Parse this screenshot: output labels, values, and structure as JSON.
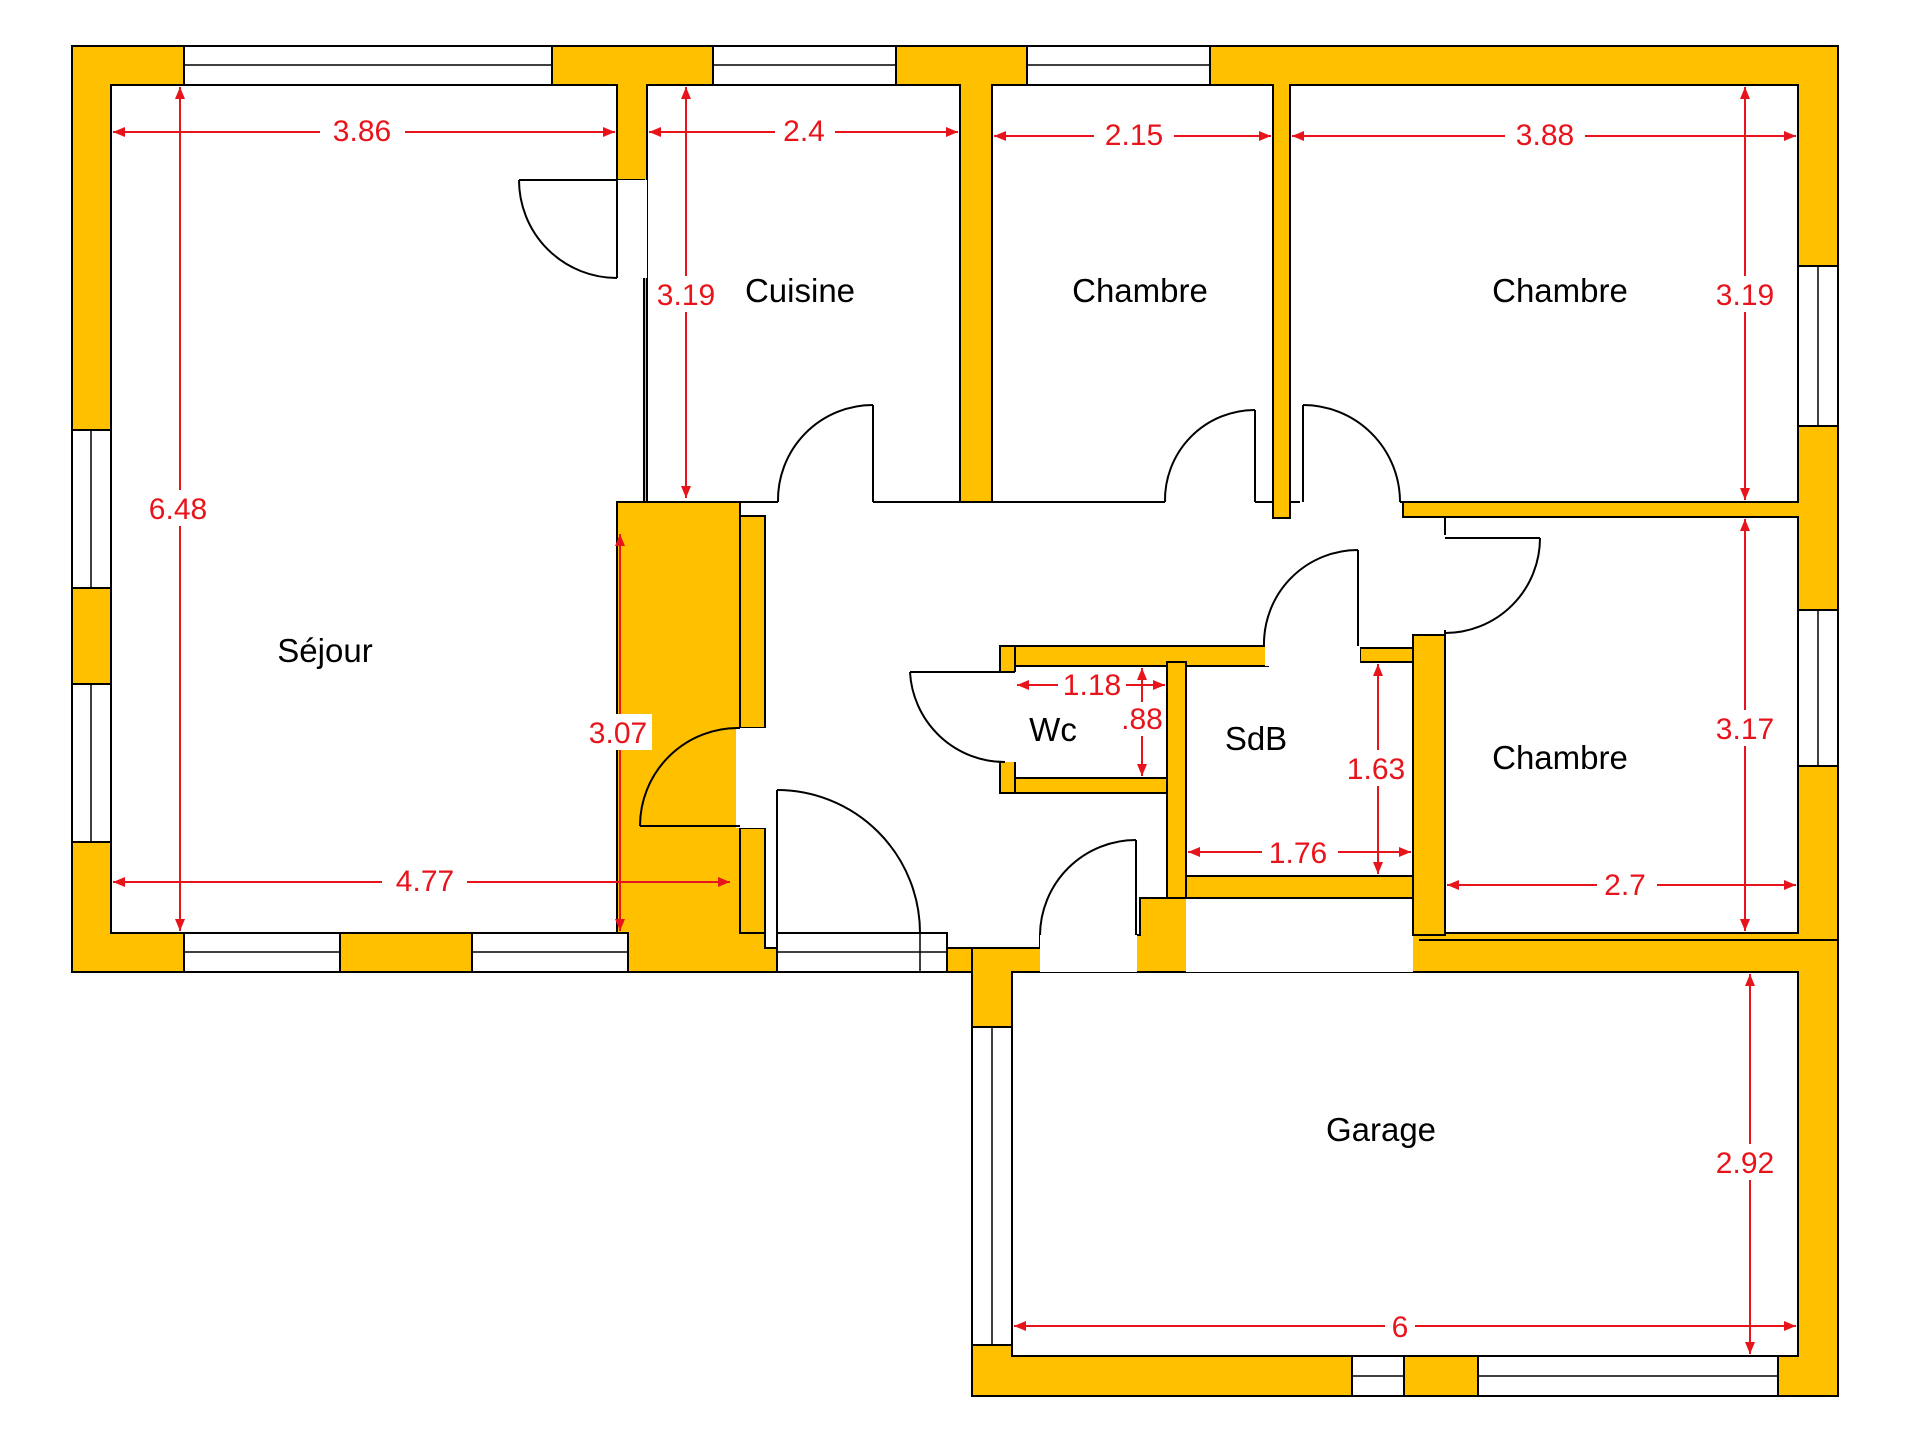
{
  "colors": {
    "wall": "#FFC000",
    "dimension": "#E8141B"
  },
  "rooms": {
    "sejour": "Séjour",
    "cuisine": "Cuisine",
    "chambre_1": "Chambre",
    "chambre_2": "Chambre",
    "chambre_3": "Chambre",
    "wc": "Wc",
    "sdb": "SdB",
    "garage": "Garage"
  },
  "dimensions": {
    "sejour_width_top": "3.86",
    "sejour_height": "6.48",
    "sejour_width_bottom": "4.77",
    "sejour_inner_height": "3.07",
    "cuisine_width": "2.4",
    "cuisine_height": "3.19",
    "chambre_1_width": "2.15",
    "chambre_2_width": "3.88",
    "chambre_2_height": "3.19",
    "chambre_3_width": "2.7",
    "chambre_3_height": "3.17",
    "wc_width": "1.18",
    "wc_height": ".88",
    "sdb_width": "1.76",
    "sdb_height": "1.63",
    "garage_width": "6",
    "garage_height": "2.92"
  }
}
